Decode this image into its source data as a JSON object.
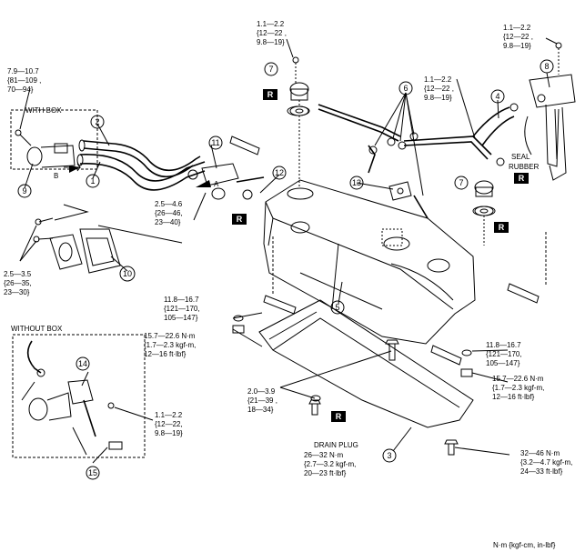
{
  "torques": {
    "a": [
      "7.9—10.7",
      "{81—109 ,",
      "70—94}"
    ],
    "b": [
      "1.1—2.2",
      "{12—22 ,",
      "9.8—19}"
    ],
    "c": [
      "1.1—2.2",
      "{12—22 ,",
      "9.8—19}"
    ],
    "d": [
      "1.1—2.2",
      "{12—22 ,",
      "9.8—19}"
    ],
    "e": [
      "2.5—4.6",
      "{26—46,",
      "23—40}"
    ],
    "f": [
      "2.5—3.5",
      "{26—35,",
      "23—30}"
    ],
    "g": [
      "11.8—16.7",
      "{121—170,",
      "105—147}"
    ],
    "h": [
      "15.7—22.6 N·m",
      "{1.7—2.3 kgf-m,",
      "12—16 ft·lbf}"
    ],
    "i": [
      "11.8—16.7",
      "{121—170,",
      "105—147}"
    ],
    "j": [
      "15.7—22.6 N·m",
      "{1.7—2.3 kgf-m,",
      "12—16 ft·lbf}"
    ],
    "k": [
      "2.0—3.9",
      "{21—39 ,",
      "18—34}"
    ],
    "l": [
      "26—32 N·m",
      "{2.7—3.2 kgf-m,",
      "20—23 ft·lbf}"
    ],
    "m": [
      "32—46 N·m",
      "{3.2—4.7 kgf-m,",
      "24—33 ft·lbf}"
    ],
    "n": [
      "1.1—2.2",
      "{12—22,",
      "9.8—19}"
    ]
  },
  "labels": {
    "with_box": "WITH BOX",
    "without_box": "WITHOUT BOX",
    "drain_plug": "DRAIN PLUG",
    "seal": "SEAL",
    "rubber": "RUBBER",
    "arrow_a": "A",
    "arrow_b": "B",
    "r": "R",
    "units": "N·m {kgf-cm, in-lbf}"
  },
  "callouts": [
    "1",
    "2",
    "3",
    "4",
    "5",
    "6",
    "7",
    "7",
    "8",
    "9",
    "10",
    "11",
    "12",
    "13",
    "14",
    "15"
  ]
}
